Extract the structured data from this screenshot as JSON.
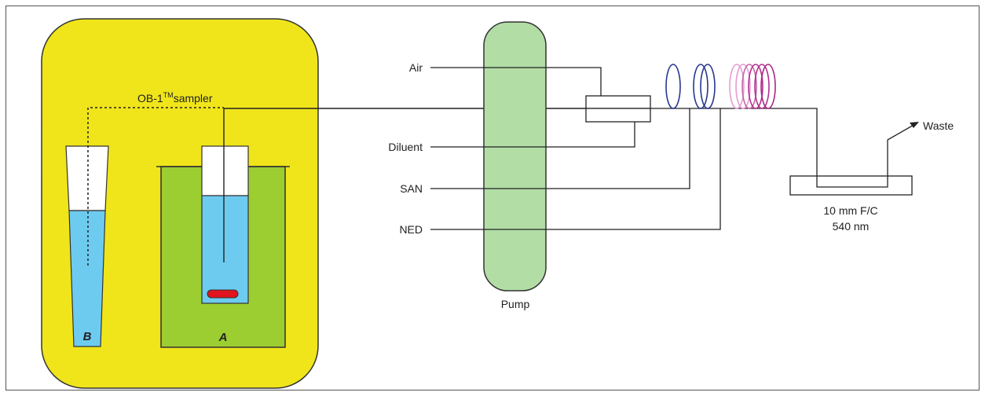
{
  "labels": {
    "air": "Air",
    "diluent": "Diluent",
    "san": "SAN",
    "ned": "NED",
    "pump": "Pump",
    "sampler": "OB-1",
    "trademark": "TM",
    "sampler_suffix": "sampler",
    "waste": "Waste",
    "flowcell_line1": "10 mm F/C",
    "flowcell_line2": "540 nm",
    "vessel_b": "B",
    "vessel_a": "A"
  },
  "colors": {
    "yellow_panel": "#f0e51a",
    "green_bath": "#9ccd31",
    "pump_green": "#b2dea6",
    "liquid_blue": "#6ecbf0",
    "stir_bar_red": "#e0141e",
    "coil_blue": "#27378f",
    "coil_pink": "#e79bd0",
    "coil_magenta": "#b3308e"
  }
}
